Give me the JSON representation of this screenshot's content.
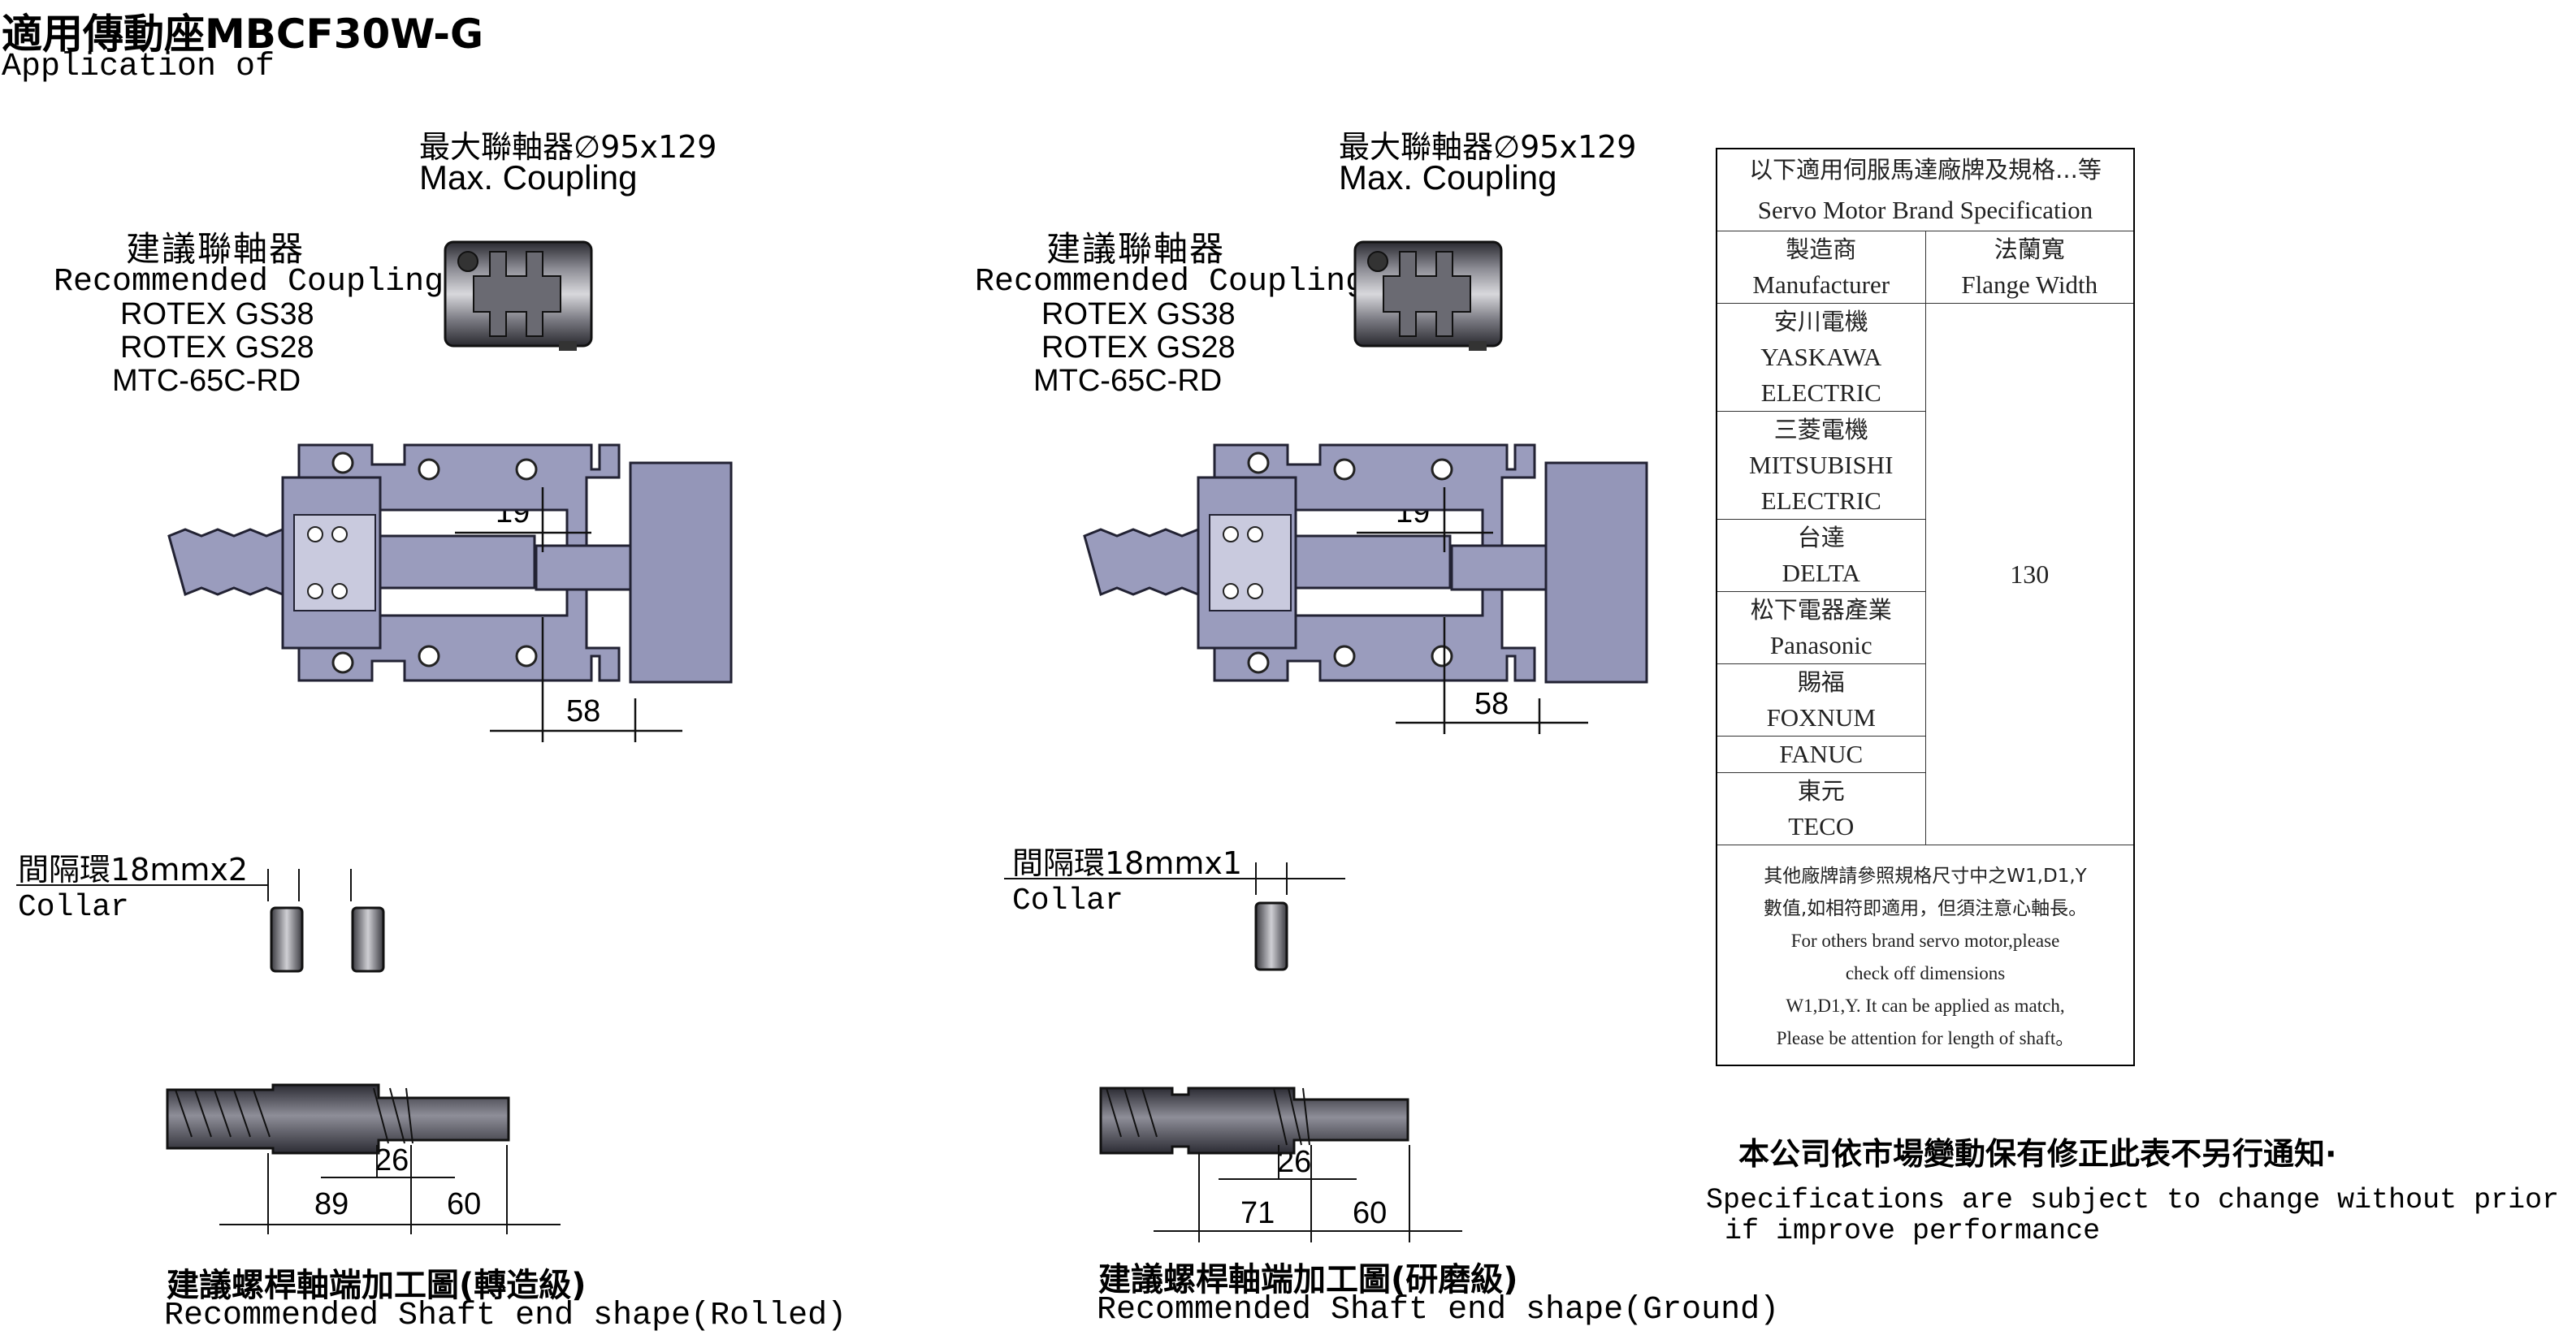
{
  "title": {
    "zh": "適用傳動座MBCF30W-G",
    "en": "Application of"
  },
  "left_panel": {
    "max_coupling_zh": "最大聯軸器∅95x129",
    "max_coupling_en": "Max. Coupling",
    "recommended_zh": "建議聯軸器",
    "recommended_en": "Recommended Coupling",
    "couplings": [
      "ROTEX GS38",
      "ROTEX GS28",
      "MTC-65C-RD"
    ],
    "dim_19": "19",
    "dim_58": "58",
    "collar_zh": "間隔環18mmx2",
    "collar_en": "Collar",
    "shaft_dims": [
      "26",
      "89",
      "60"
    ],
    "shaft_zh": "建議螺桿軸端加工圖(轉造級)",
    "shaft_en": "Recommended Shaft end shape(Rolled)"
  },
  "right_panel": {
    "max_coupling_zh": "最大聯軸器∅95x129",
    "max_coupling_en": "Max. Coupling",
    "recommended_zh": "建議聯軸器",
    "recommended_en": "Recommended Coupling",
    "couplings": [
      "ROTEX GS38",
      "ROTEX GS28",
      "MTC-65C-RD"
    ],
    "dim_19": "19",
    "dim_58": "58",
    "collar_zh": "間隔環18mmx1",
    "collar_en": "Collar",
    "shaft_dims": [
      "26",
      "71",
      "60"
    ],
    "shaft_zh": "建議螺桿軸端加工圖(研磨級)",
    "shaft_en": "Recommended Shaft end shape(Ground)"
  },
  "spec_table": {
    "title_zh": "以下適用伺服馬達廠牌及規格...等",
    "title_en": "Servo Motor Brand Specification",
    "col_manufacturer_zh": "製造商",
    "col_manufacturer_en": "Manufacturer",
    "col_flange_zh": "法蘭寬",
    "col_flange_en": "Flange Width",
    "flange_value": "130",
    "brands": [
      {
        "zh": "安川電機",
        "en1": "YASKAWA",
        "en2": "ELECTRIC"
      },
      {
        "zh": "三菱電機",
        "en1": "MITSUBISHI",
        "en2": "ELECTRIC"
      },
      {
        "zh": "台達",
        "en1": "DELTA",
        "en2": ""
      },
      {
        "zh": "松下電器產業",
        "en1": "Panasonic",
        "en2": ""
      },
      {
        "zh": "賜福",
        "en1": "FOXNUM",
        "en2": ""
      },
      {
        "zh": "",
        "en1": "FANUC",
        "en2": ""
      },
      {
        "zh": "東元",
        "en1": "TECO",
        "en2": ""
      }
    ],
    "note_zh1": "其他廠牌請參照規格尺寸中之W1,D1,Y",
    "note_zh2": "數值,如相符即適用，但須注意心軸長。",
    "note_en1": "For others brand servo motor,please",
    "note_en2": "check off dimensions",
    "note_en3": "W1,D1,Y. It can be applied as match,",
    "note_en4": "Please be attention for length of shaft。"
  },
  "notice": {
    "zh": "本公司依市場變動保有修正此表不另行通知·",
    "en1": "Specifications are subject to change without prior notice",
    "en2": "if improve performance"
  },
  "colors": {
    "part_fill": "#9a9cbd",
    "part_stroke": "#222233",
    "motor_fill": "#9496b8",
    "collar_fill": "#6d6d73",
    "shaft_fill": "#4a4a55"
  }
}
